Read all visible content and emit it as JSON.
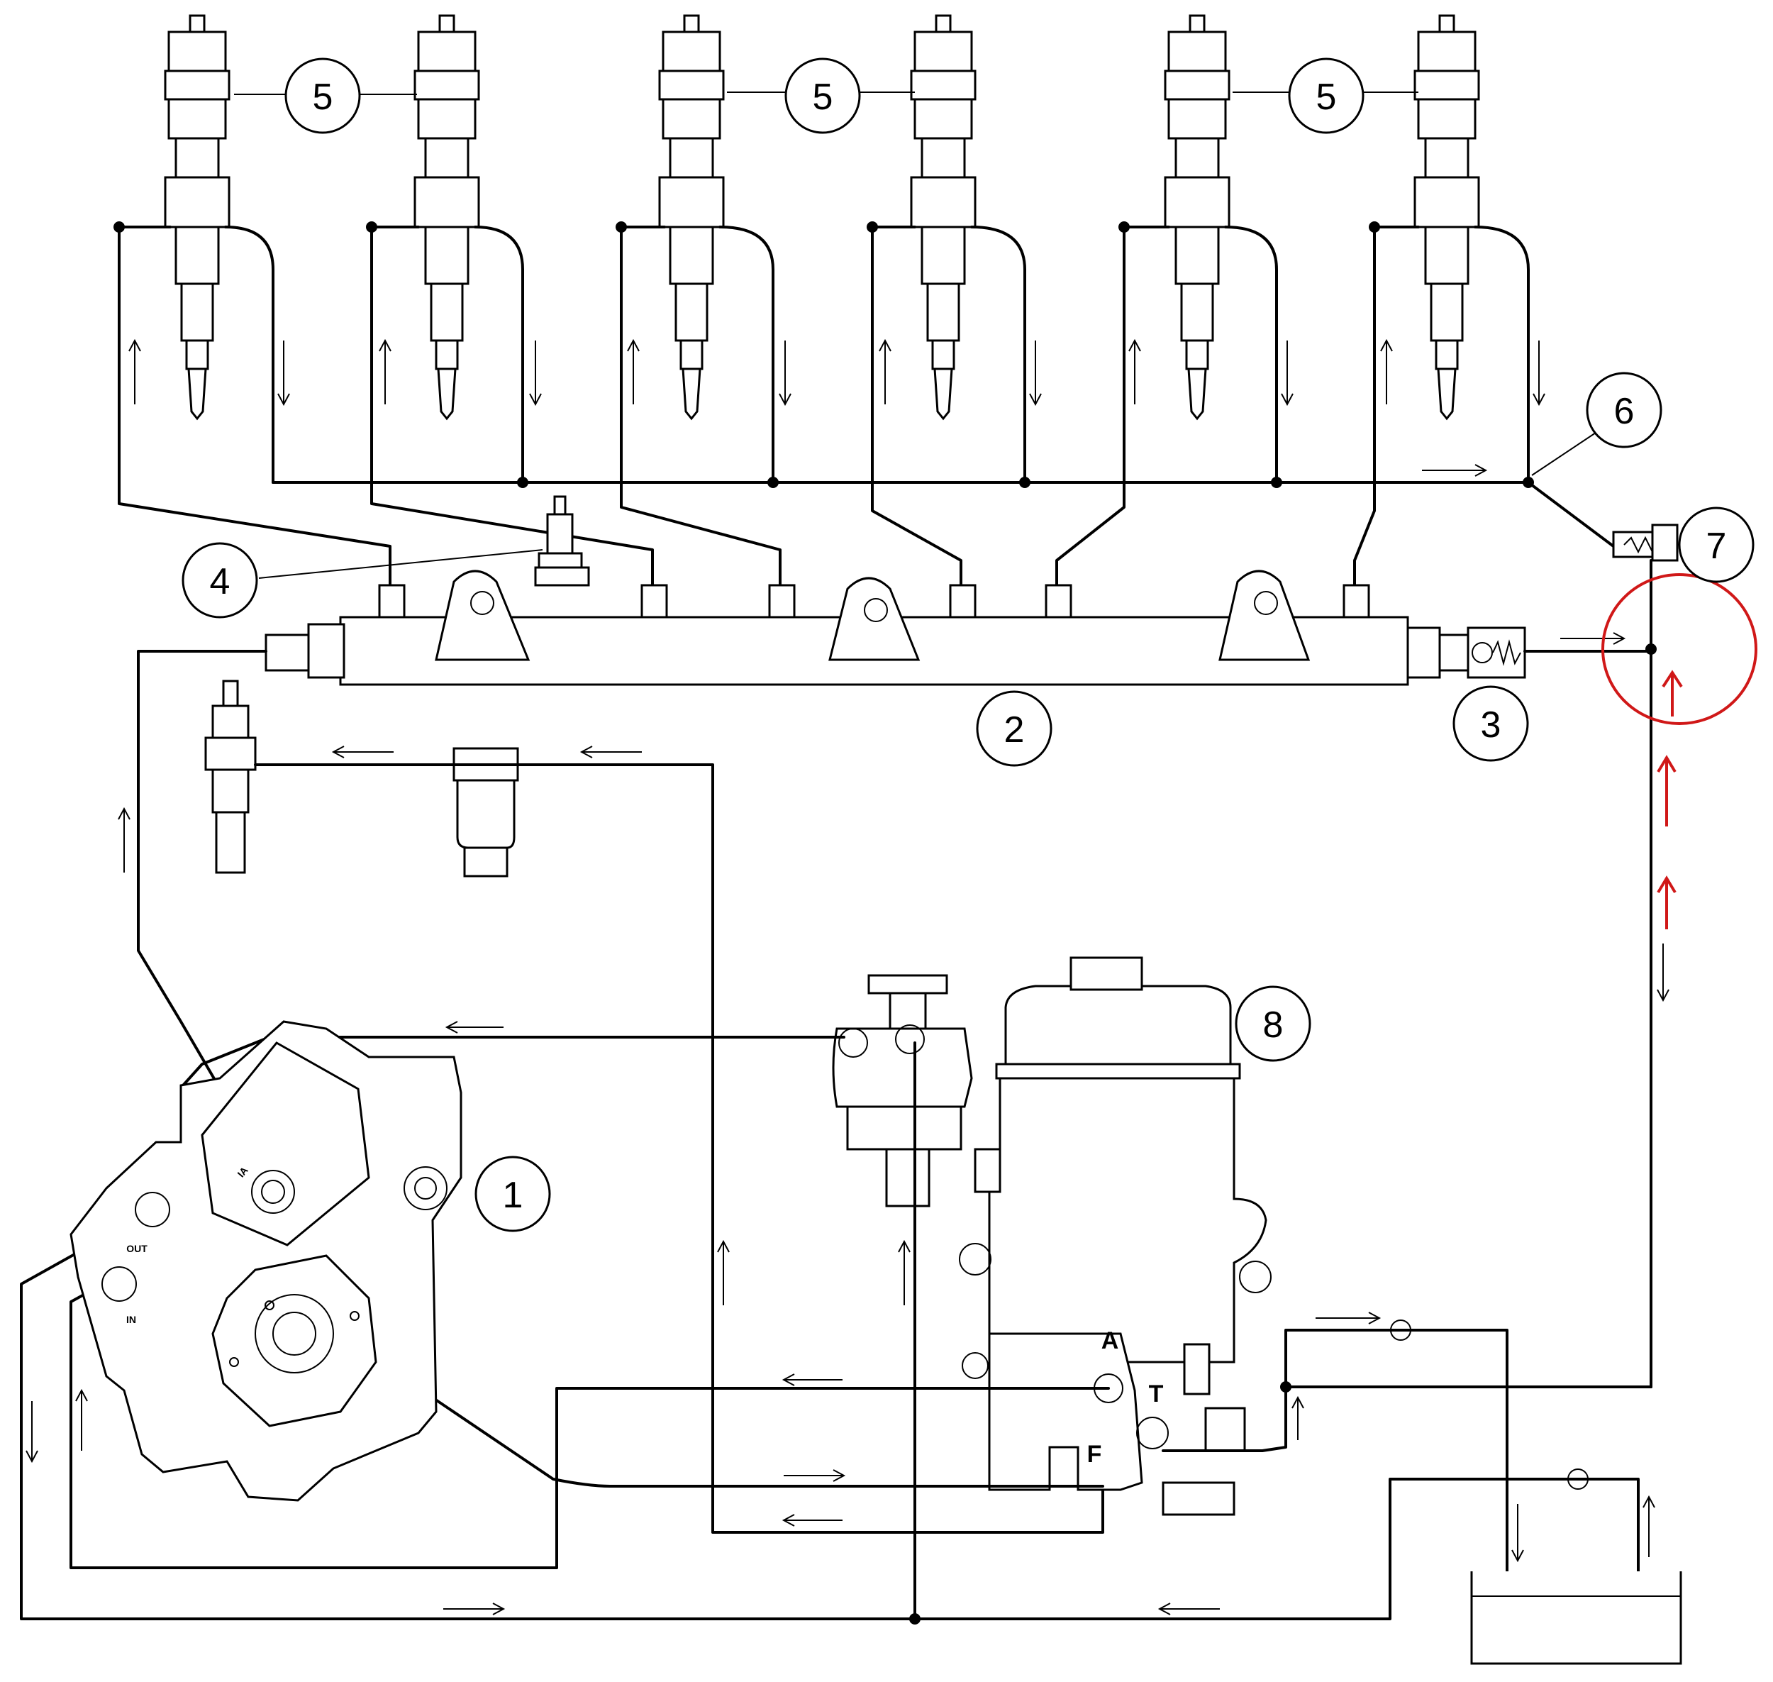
{
  "diagram": {
    "callouts": [
      {
        "id": "callout-1",
        "label": "1",
        "meaning": "high-pressure pump"
      },
      {
        "id": "callout-2",
        "label": "2",
        "meaning": "fuel rail"
      },
      {
        "id": "callout-3",
        "label": "3",
        "meaning": "pressure limiting valve"
      },
      {
        "id": "callout-4",
        "label": "4",
        "meaning": "rail pressure sensor"
      },
      {
        "id": "callout-5a",
        "label": "5",
        "meaning": "injectors"
      },
      {
        "id": "callout-5b",
        "label": "5",
        "meaning": "injectors"
      },
      {
        "id": "callout-5c",
        "label": "5",
        "meaning": "injectors"
      },
      {
        "id": "callout-6",
        "label": "6",
        "meaning": "injector return line"
      },
      {
        "id": "callout-7",
        "label": "7",
        "meaning": "pressure holding valve"
      },
      {
        "id": "callout-8",
        "label": "8",
        "meaning": "fuel filter housing"
      }
    ],
    "pump_ports": {
      "ia": "IA",
      "out": "OUT",
      "in": "IN"
    },
    "filter_ports": {
      "a": "A",
      "t": "T",
      "f": "F"
    },
    "highlight_color": "#d01818",
    "line_color": "#000000",
    "tank_fluid_color": "#e6e6e6"
  }
}
